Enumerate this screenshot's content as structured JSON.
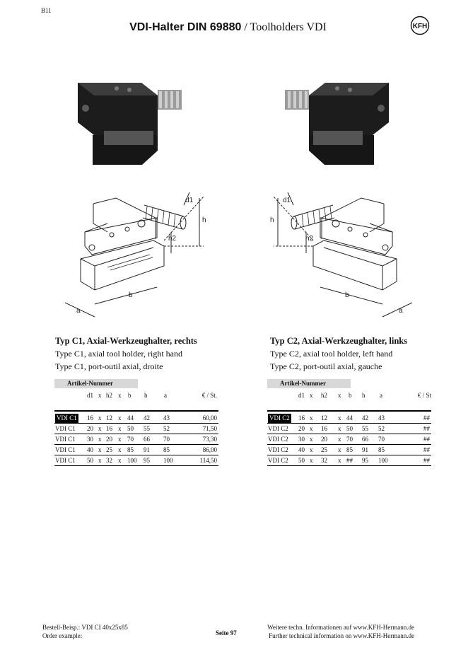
{
  "page_code": "B11",
  "title": {
    "bold": "VDI-Halter DIN 69880",
    "rest": " / Toolholders VDI"
  },
  "logo": {
    "text": "KFH",
    "icon": "kfh-logo-icon"
  },
  "diagram_labels": {
    "d1": "d1",
    "h": "h",
    "h2": "h2",
    "b": "b",
    "a": "a"
  },
  "type_c1": {
    "heading": "Typ C1, Axial-Werkzeughalter, rechts",
    "en": "Type C1, axial tool holder, right hand",
    "fr": "Type C1, port-outil axial, droite"
  },
  "type_c2": {
    "heading": "Typ C2, Axial-Werkzeughalter, links",
    "en": "Type C2, axial tool holder, left hand",
    "fr": "Type C2, port-outil axial, gauche"
  },
  "table_header": {
    "article": "Artikel-Nummer",
    "d1": "d1",
    "x1": "x",
    "h2": "h2",
    "x2": "x",
    "b": "b",
    "h": "h",
    "a": "a",
    "price": "€ / St."
  },
  "table_c1": [
    {
      "id": "VDI C1",
      "d1": "16",
      "h2": "12",
      "b": "44",
      "h": "42",
      "a": "43",
      "price": "60,00"
    },
    {
      "id": "VDI C1",
      "d1": "20",
      "h2": "16",
      "b": "50",
      "h": "55",
      "a": "52",
      "price": "71,50"
    },
    {
      "id": "VDI C1",
      "d1": "30",
      "h2": "20",
      "b": "70",
      "h": "66",
      "a": "70",
      "price": "73,30"
    },
    {
      "id": "VDI C1",
      "d1": "40",
      "h2": "25",
      "b": "85",
      "h": "91",
      "a": "85",
      "price": "86,00"
    },
    {
      "id": "VDI C1",
      "d1": "50",
      "h2": "32",
      "b": "100",
      "h": "95",
      "a": "100",
      "price": "114,50"
    }
  ],
  "table_c2": [
    {
      "id": "VDI C2",
      "d1": "16",
      "h2": "12",
      "b": "44",
      "h": "42",
      "a": "43",
      "price": "##"
    },
    {
      "id": "VDI C2",
      "d1": "20",
      "h2": "16",
      "b": "50",
      "h": "55",
      "a": "52",
      "price": "##"
    },
    {
      "id": "VDI C2",
      "d1": "30",
      "h2": "20",
      "b": "70",
      "h": "66",
      "a": "70",
      "price": "##"
    },
    {
      "id": "VDI C2",
      "d1": "40",
      "h2": "25",
      "b": "85",
      "h": "91",
      "a": "85",
      "price": "##"
    },
    {
      "id": "VDI C2",
      "d1": "50",
      "h2": "32",
      "b": "##",
      "h": "95",
      "a": "100",
      "price": "##"
    }
  ],
  "table_c2_header_price": "€ / St",
  "footer": {
    "order_de": "Bestell-Beisp.: VDI CI 40x25x85",
    "order_en": "Order example:",
    "page": "Seite 97",
    "info_de": "Weitere techn. Informationen auf www.KFH-Hermann.de",
    "info_en": "Further technical information on www.KFH-Hermann.de"
  }
}
